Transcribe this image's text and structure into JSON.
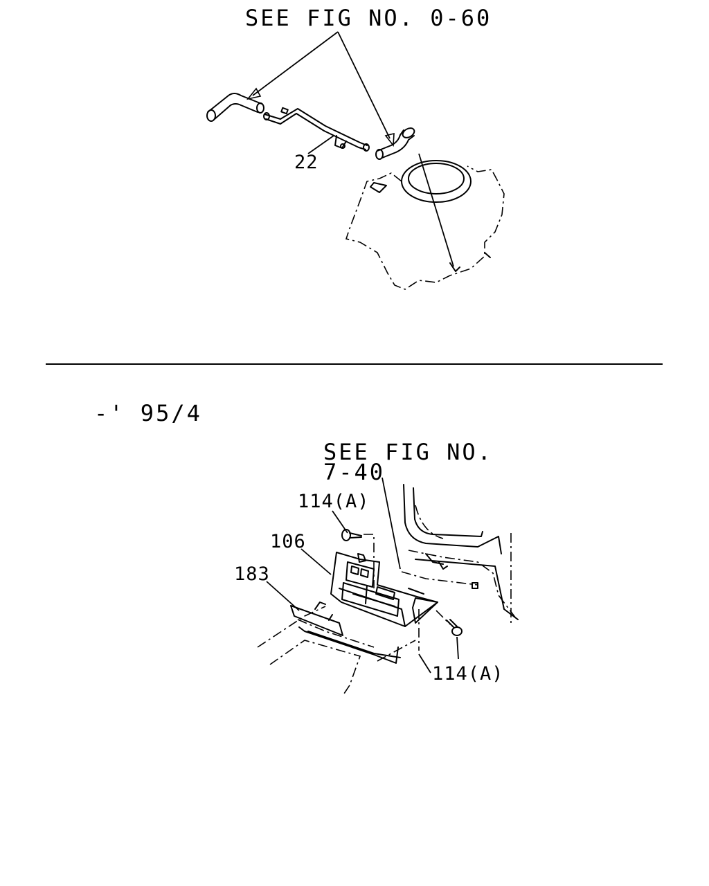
{
  "top_section": {
    "reference_label": "SEE FIG NO. 0-60",
    "part_labels": [
      {
        "id": "22",
        "text": "22"
      }
    ]
  },
  "bottom_section": {
    "date_range_label": "-' 95/4",
    "reference_label_line1": "SEE FIG NO.",
    "reference_label_line2": "7-40",
    "part_labels": [
      {
        "id": "114A_upper",
        "text": "114(A)"
      },
      {
        "id": "106",
        "text": "106"
      },
      {
        "id": "183",
        "text": "183"
      },
      {
        "id": "114A_lower",
        "text": "114(A)"
      }
    ]
  },
  "colors": {
    "ink": "#000000",
    "paper": "#ffffff"
  }
}
